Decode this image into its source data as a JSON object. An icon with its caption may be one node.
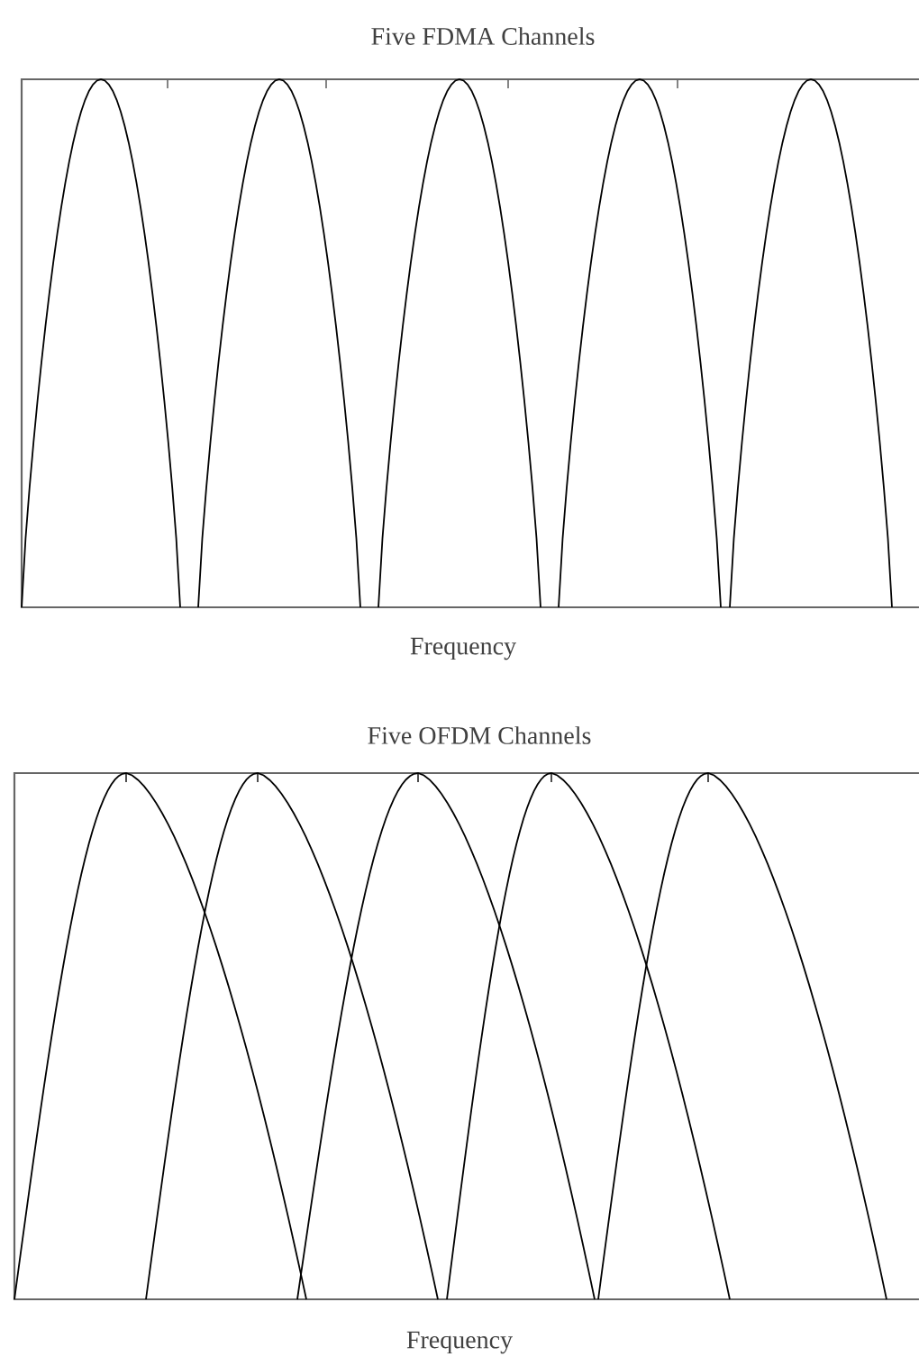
{
  "diagram": {
    "labels": [
      "Five FDMA Channels",
      "Frequency",
      "Five OFDM Channels",
      "Frequency"
    ]
  }
}
